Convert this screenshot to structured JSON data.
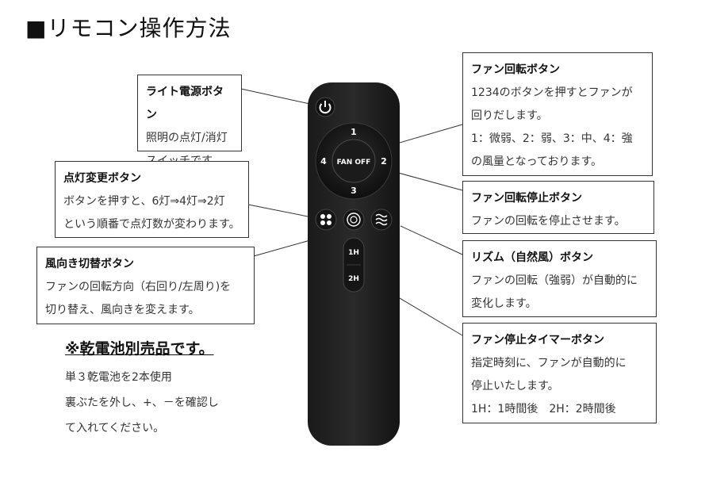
{
  "title": "■リモコン操作方法",
  "remote": {
    "center": "FAN OFF",
    "ring": [
      "1",
      "2",
      "3",
      "4"
    ],
    "timer": [
      "1H",
      "2H"
    ]
  },
  "boxes": {
    "light_power": {
      "heading": "ライト電源ボタン",
      "lines": [
        "照明の点灯/消灯",
        "スイッチです。"
      ]
    },
    "light_change": {
      "heading": "点灯変更ボタン",
      "lines": [
        "ボタンを押すと、6灯⇒4灯⇒2灯",
        "という順番で点灯数が変わります。"
      ]
    },
    "direction": {
      "heading": "風向き切替ボタン",
      "lines": [
        "ファンの回転方向（右回り/左周り)を",
        "切り替え、風向きを変えます。"
      ]
    },
    "fan_speed": {
      "heading": "ファン回転ボタン",
      "lines": [
        "1234のボタンを押すとファンが",
        "回りだします。",
        "1：微弱、2：弱、3：中、4：強",
        "の風量となっております。"
      ]
    },
    "fan_stop": {
      "heading": "ファン回転停止ボタン",
      "lines": [
        "ファンの回転を停止させます。"
      ]
    },
    "rhythm": {
      "heading": "リズム（自然風）ボタン",
      "lines": [
        "ファンの回転（強弱）が自動的に",
        "変化します。"
      ]
    },
    "timer": {
      "heading": "ファン停止タイマーボタン",
      "lines": [
        "指定時刻に、ファンが自動的に",
        "停止いたします。",
        "1H：1時間後　2H：2時間後"
      ]
    }
  },
  "note": {
    "heading": "※乾電池別売品です。",
    "lines": [
      "単３乾電池を2本使用",
      "裏ぶたを外し、+、－を確認し",
      "て入れてください。"
    ]
  }
}
